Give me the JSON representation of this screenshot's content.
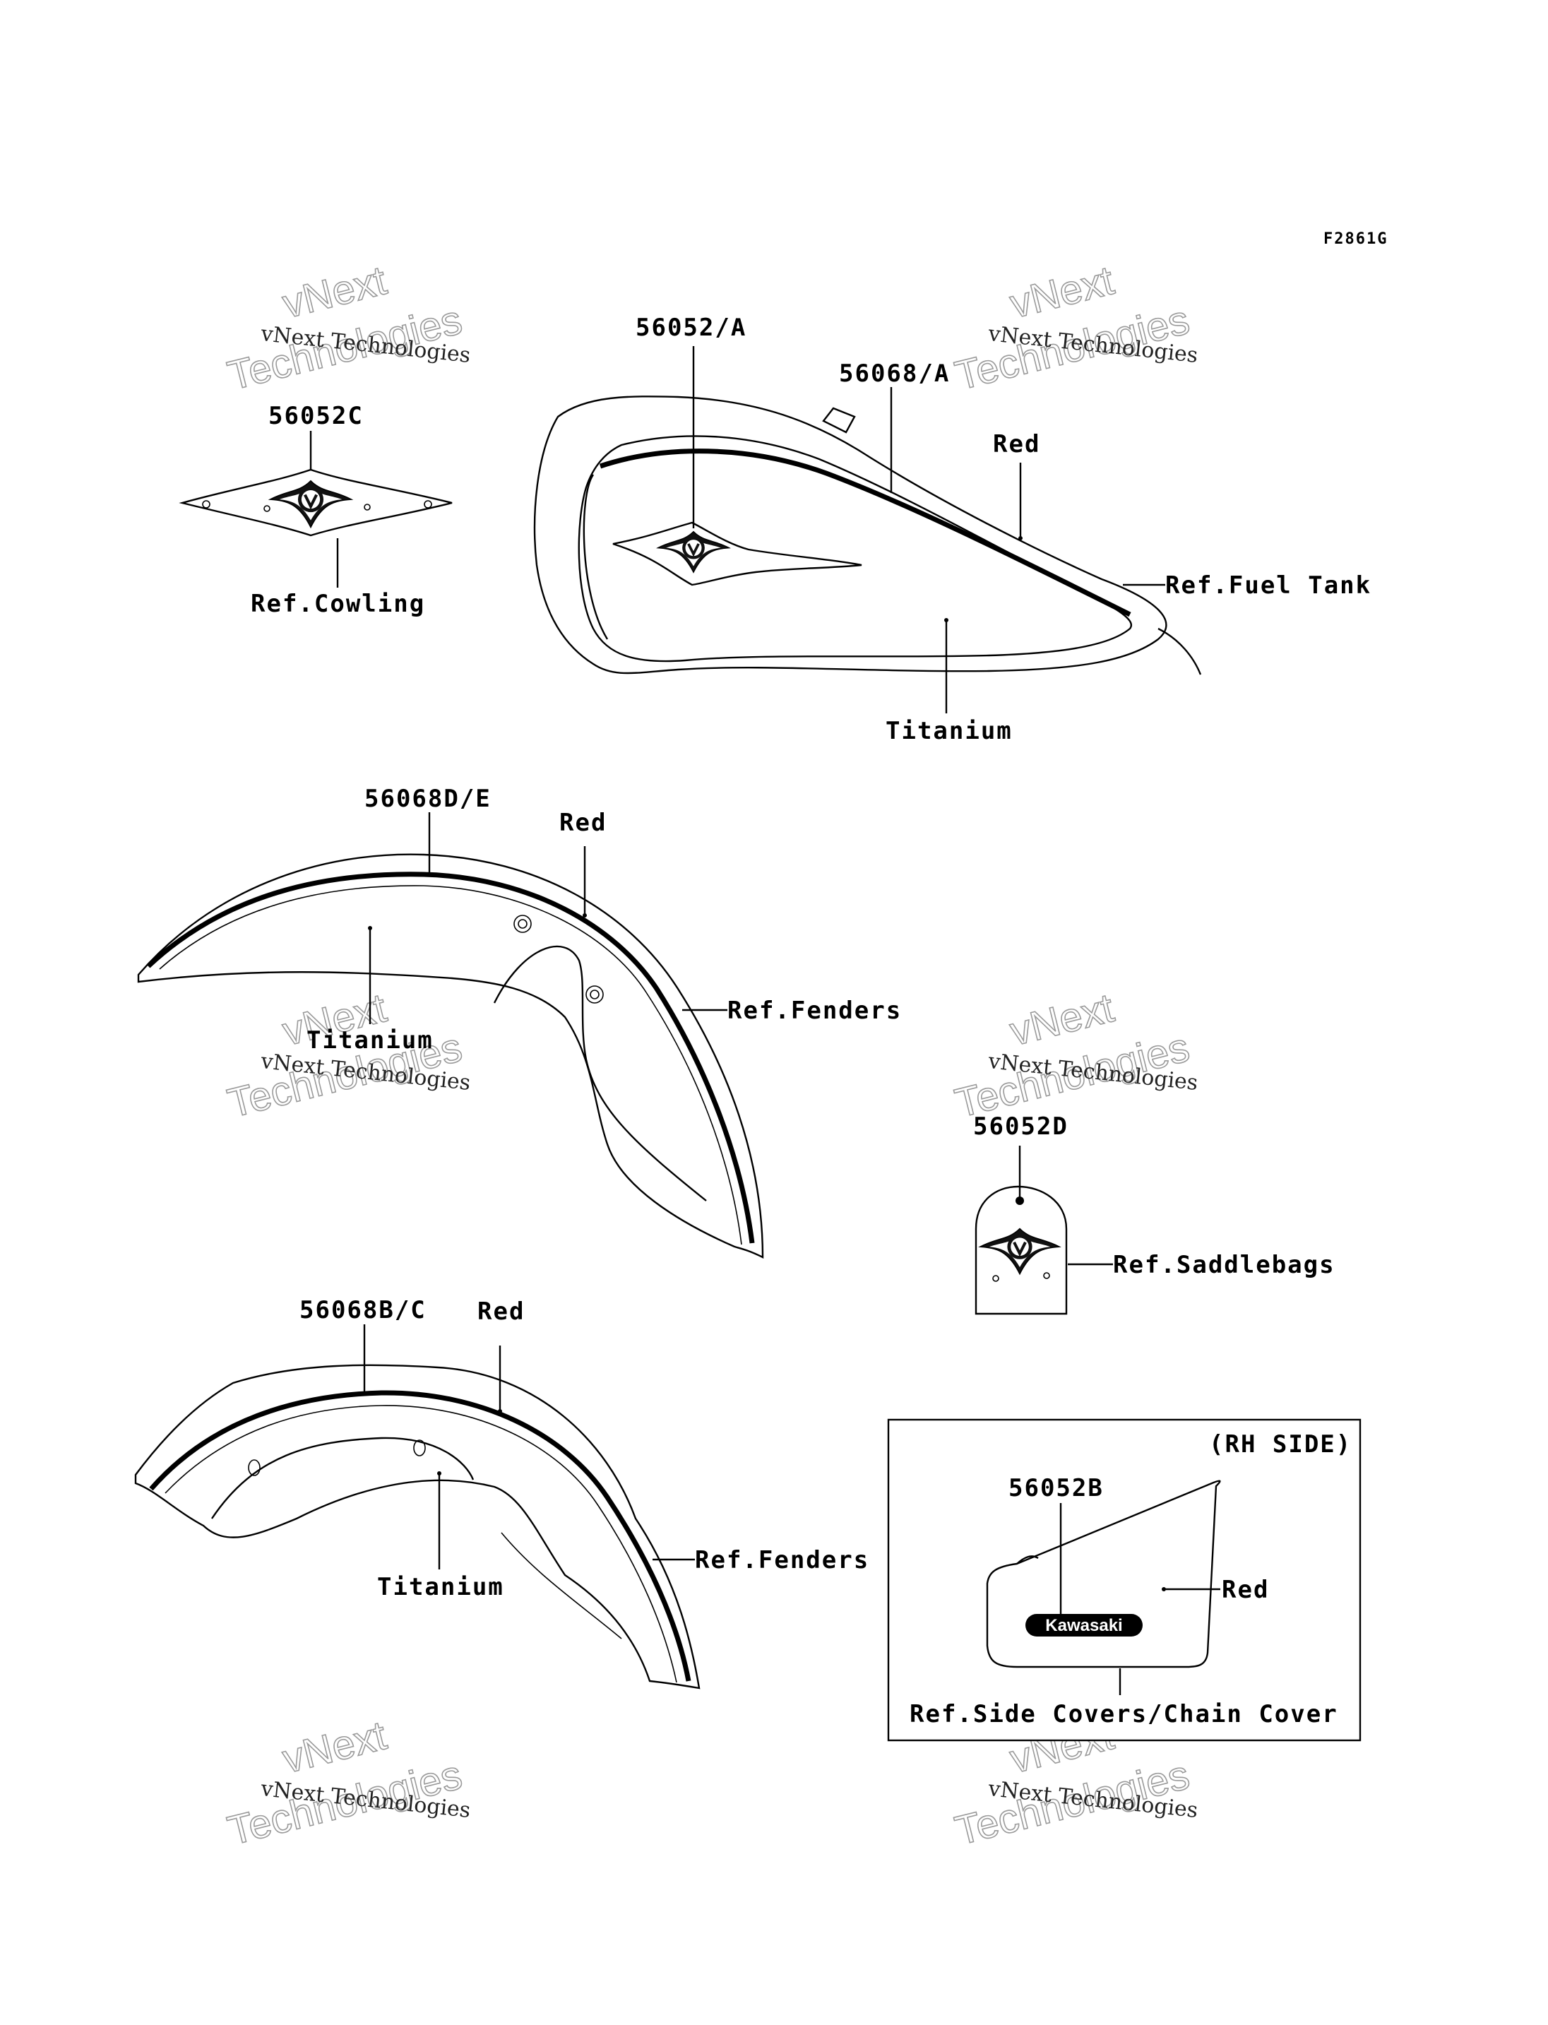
{
  "figure_code": "F2861G",
  "watermark": {
    "line1": "vNext Technologies",
    "line2": "vNext",
    "line3": "Technologies"
  },
  "callouts": {
    "cowling_part": "56052C",
    "cowling_ref": "Ref.Cowling",
    "tank_emblem_part": "56052/A",
    "tank_stripe_part": "56068/A",
    "tank_red": "Red",
    "tank_ref": "Ref.Fuel Tank",
    "tank_titanium": "Titanium",
    "front_fender_part": "56068D/E",
    "front_fender_red": "Red",
    "front_fender_ref": "Ref.Fenders",
    "front_fender_titanium": "Titanium",
    "saddlebag_part": "56052D",
    "saddlebag_ref": "Ref.Saddlebags",
    "rear_fender_part": "56068B/C",
    "rear_fender_red": "Red",
    "rear_fender_titanium": "Titanium",
    "rear_fender_ref": "Ref.Fenders",
    "side_cover_title": "(RH SIDE)",
    "side_cover_part": "56052B",
    "side_cover_red": "Red",
    "side_cover_logo": "Kawasaki",
    "side_cover_ref": "Ref.Side Covers/Chain Cover"
  }
}
